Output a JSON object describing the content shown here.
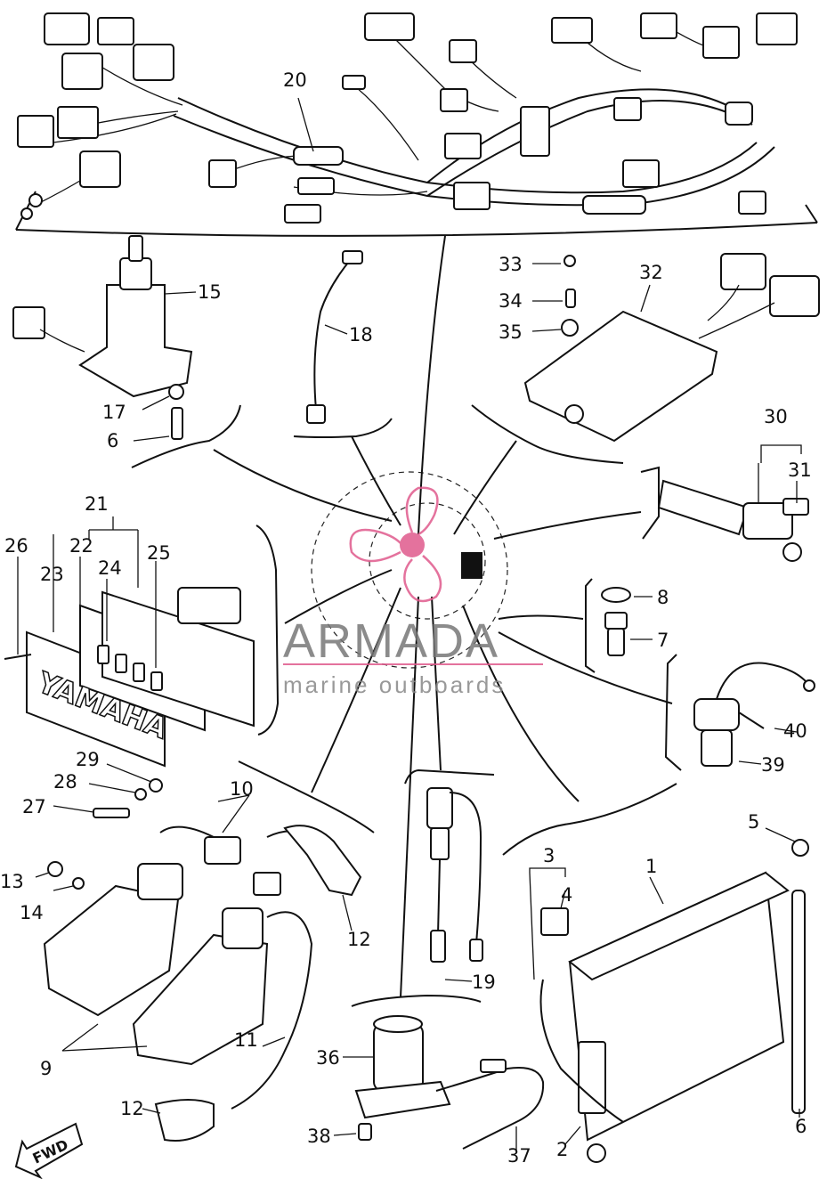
{
  "diagram": {
    "callouts": {
      "c1": "1",
      "c2": "2",
      "c3": "3",
      "c4": "4",
      "c5": "5",
      "c6a": "6",
      "c6b": "6",
      "c7": "7",
      "c8": "8",
      "c9": "9",
      "c10": "10",
      "c11": "11",
      "c12a": "12",
      "c12b": "12",
      "c13": "13",
      "c14": "14",
      "c15": "15",
      "c17": "17",
      "c18": "18",
      "c19": "19",
      "c20": "20",
      "c21": "21",
      "c22": "22",
      "c23": "23",
      "c24": "24",
      "c25": "25",
      "c26": "26",
      "c27": "27",
      "c28": "28",
      "c29": "29",
      "c30": "30",
      "c31": "31",
      "c32": "32",
      "c33": "33",
      "c34": "34",
      "c35": "35",
      "c36": "36",
      "c37": "37",
      "c38": "38",
      "c39": "39",
      "c40": "40"
    },
    "panel_text": "YAMAHA",
    "fwd_label": "FWD"
  },
  "watermark": {
    "brand": "ARMADA",
    "tagline": "marine outboards",
    "color": "#e05a8c"
  }
}
